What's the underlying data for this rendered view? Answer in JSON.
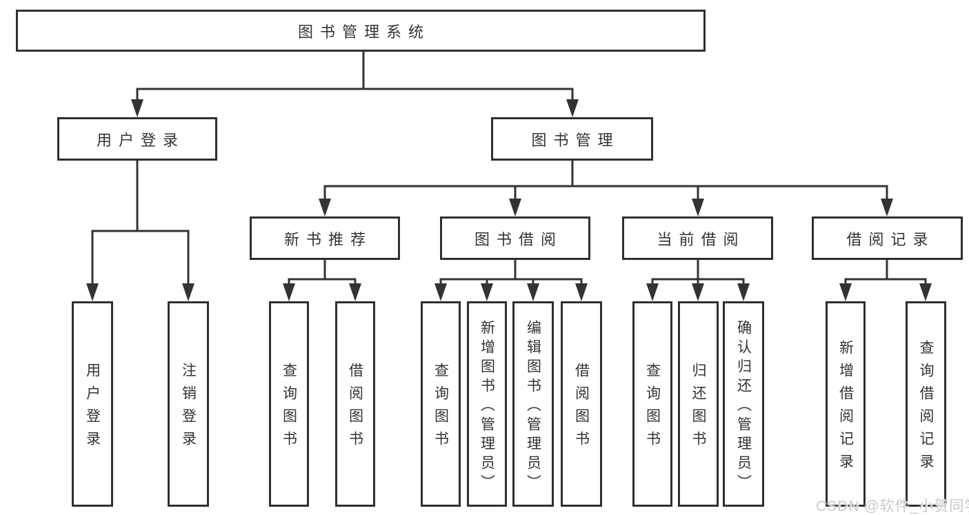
{
  "tree": {
    "root": {
      "label": "图书管理系统"
    },
    "user_login": {
      "label": "用户登录",
      "children": {
        "login": {
          "label": "用户登录"
        },
        "logout": {
          "label": "注销登录"
        }
      }
    },
    "book_management": {
      "label": "图书管理",
      "children": {
        "new_book_recommend": {
          "label": "新书推荐",
          "children": {
            "query": {
              "label": "查询图书"
            },
            "borrow": {
              "label": "借阅图书"
            }
          }
        },
        "book_borrowing": {
          "label": "图书借阅",
          "children": {
            "query": {
              "label": "查询图书"
            },
            "add": {
              "label": "新增图书（管理员）"
            },
            "edit": {
              "label": "编辑图书（管理员）"
            },
            "borrow": {
              "label": "借阅图书"
            }
          }
        },
        "current_borrowing": {
          "label": "当前借阅",
          "children": {
            "query": {
              "label": "查询图书"
            },
            "return": {
              "label": "归还图书"
            },
            "confirm": {
              "label": "确认归还（管理员）"
            }
          }
        },
        "borrowing_records": {
          "label": "借阅记录",
          "children": {
            "add": {
              "label": "新增借阅记录"
            },
            "query": {
              "label": "查询借阅记录"
            }
          }
        }
      }
    }
  },
  "watermark": {
    "text": "CSDN @软件_小贺同学"
  },
  "colors": {
    "line": "#333333",
    "box_border": "#2f2f2f",
    "text": "#333333",
    "background": "#ffffff",
    "watermark": "#c6c9ce"
  }
}
